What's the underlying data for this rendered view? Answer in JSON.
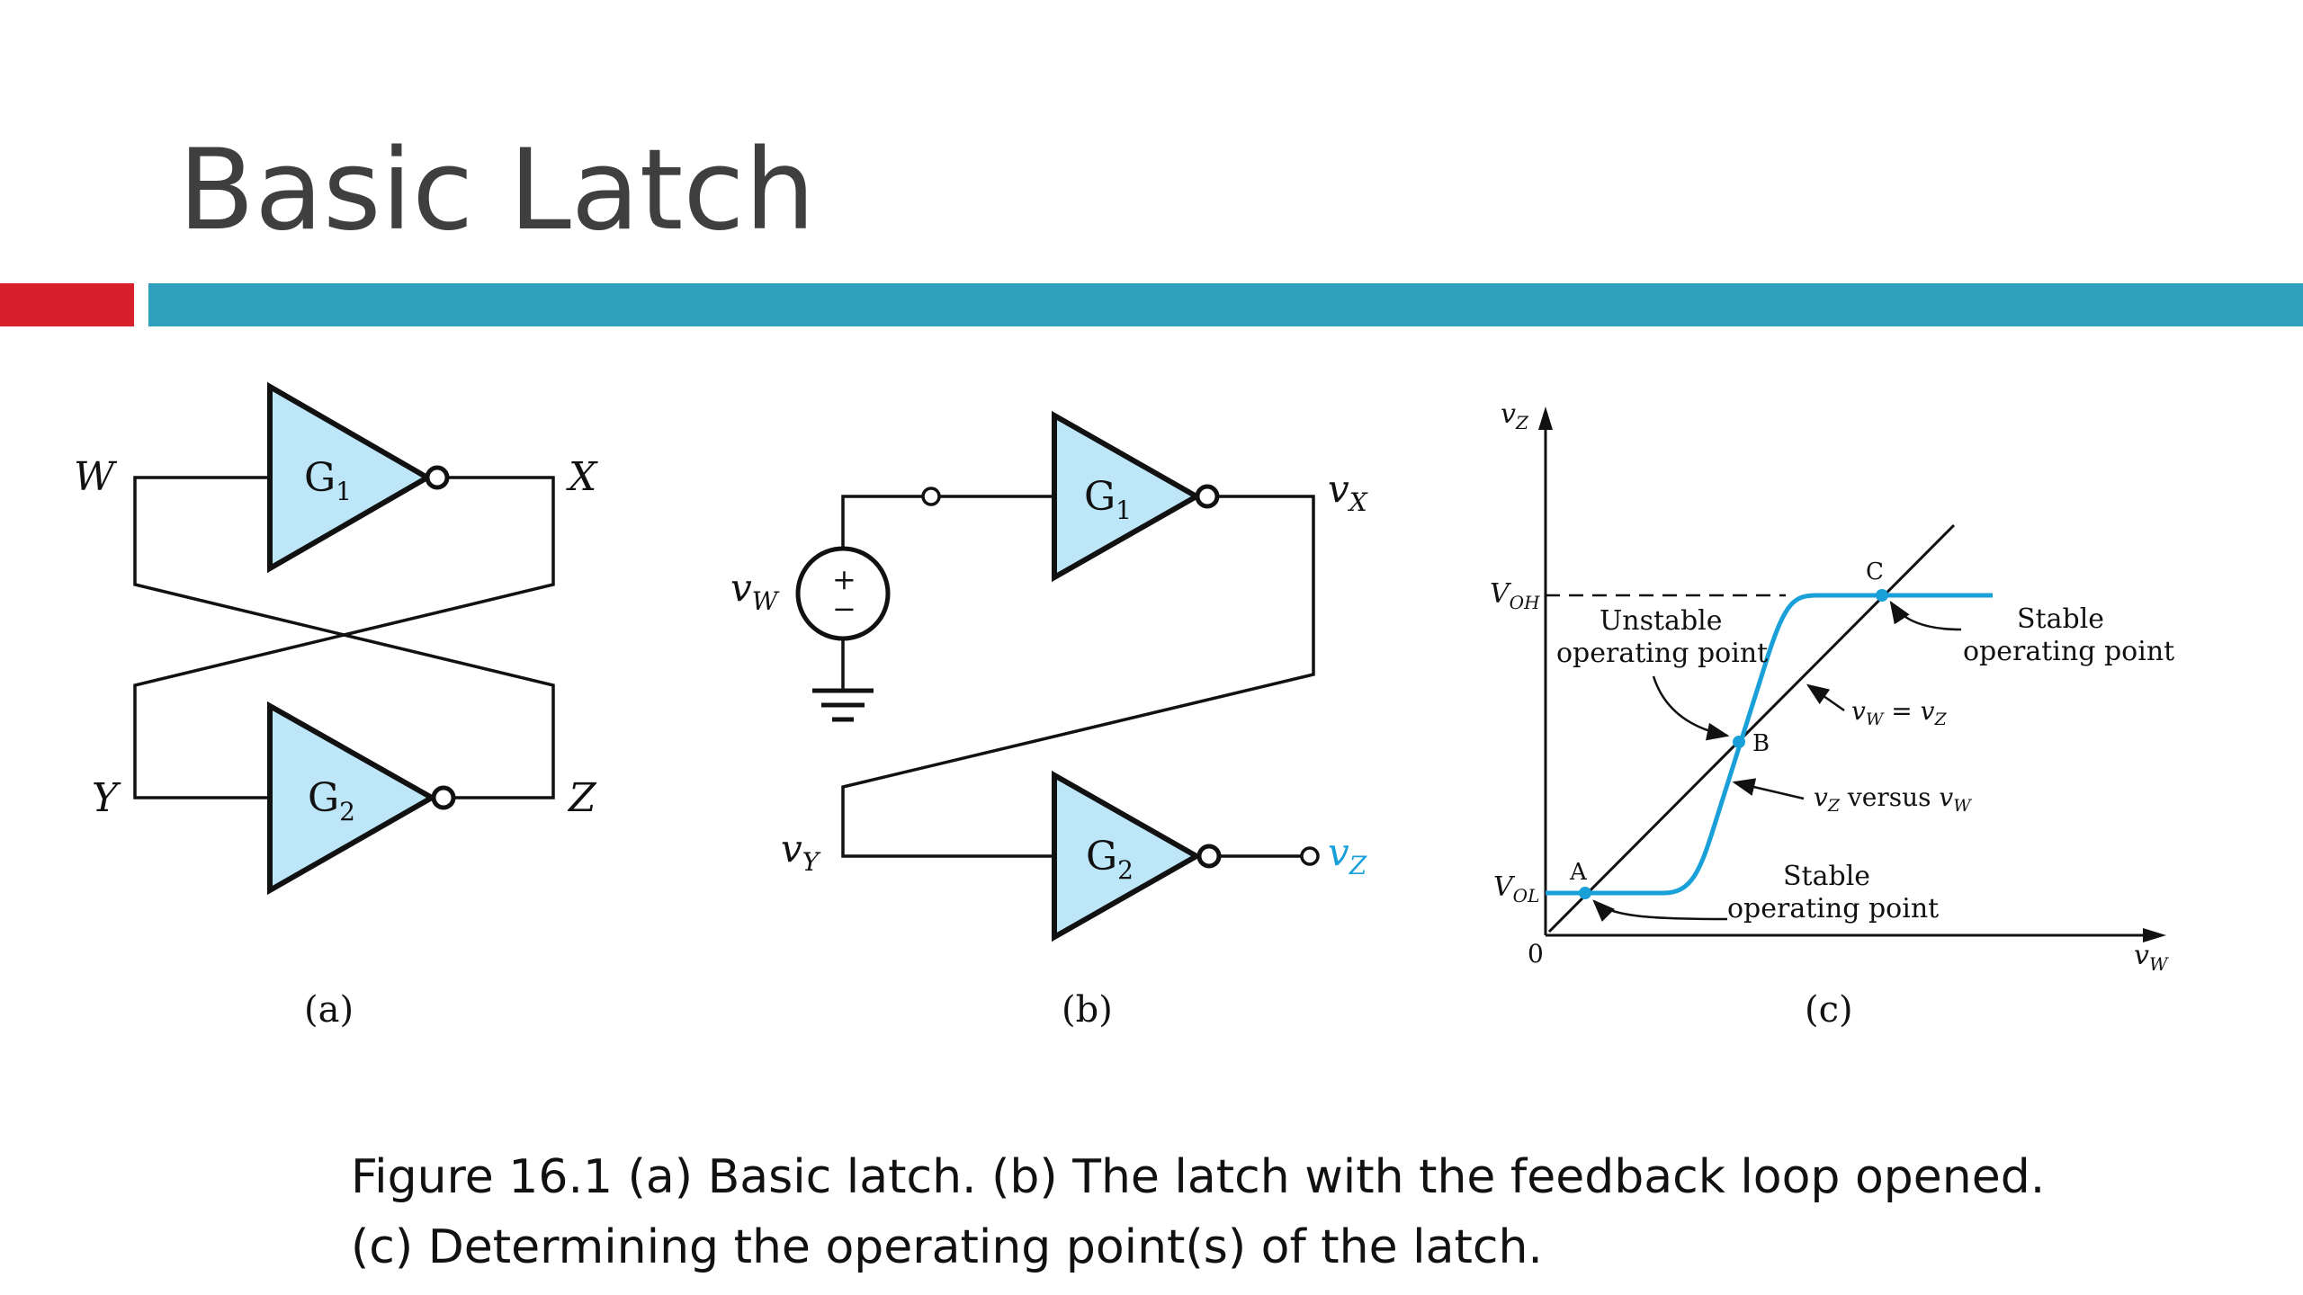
{
  "slide": {
    "title": "Basic Latch",
    "caption_line1": "Figure 16.1 (a) Basic latch. (b) The latch with the feedback loop opened.",
    "caption_line2": "(c) Determining the operating point(s) of the latch."
  },
  "colors": {
    "accent_red": "#d8202c",
    "accent_teal": "#2ea1bf",
    "gate_fill": "#bde6f8",
    "curve": "#1aa0d8"
  },
  "panel_a": {
    "label": "(a)",
    "gate1": "G",
    "gate1_sub": "1",
    "gate2": "G",
    "gate2_sub": "2",
    "node_w": "W",
    "node_x": "X",
    "node_y": "Y",
    "node_z": "Z"
  },
  "panel_b": {
    "label": "(b)",
    "gate1": "G",
    "gate1_sub": "1",
    "gate2": "G",
    "gate2_sub": "2",
    "vw": "v",
    "vw_sub": "W",
    "vx": "v",
    "vx_sub": "X",
    "vy": "v",
    "vy_sub": "Y",
    "vz": "v",
    "vz_sub": "Z",
    "source_plus": "+",
    "source_minus": "−"
  },
  "panel_c": {
    "label": "(c)",
    "y_axis": "v",
    "y_axis_sub": "Z",
    "x_axis": "v",
    "x_axis_sub": "W",
    "origin": "0",
    "voh": "V",
    "voh_sub": "OH",
    "vol": "V",
    "vol_sub": "OL",
    "point_a": "A",
    "point_b": "B",
    "point_c": "C",
    "unstable_line1": "Unstable",
    "unstable_line2": "operating point",
    "stable_c_line1": "Stable",
    "stable_c_line2": "operating point",
    "stable_a_line1": "Stable",
    "stable_a_line2": "operating point",
    "line_label_v1": "v",
    "line_label_v1_sub": "W",
    "line_label_eq": " = ",
    "line_label_v2": "v",
    "line_label_v2_sub": "Z",
    "curve_label_v1": "v",
    "curve_label_v1_sub": "Z",
    "curve_label_mid": " versus ",
    "curve_label_v2": "v",
    "curve_label_v2_sub": "W"
  }
}
